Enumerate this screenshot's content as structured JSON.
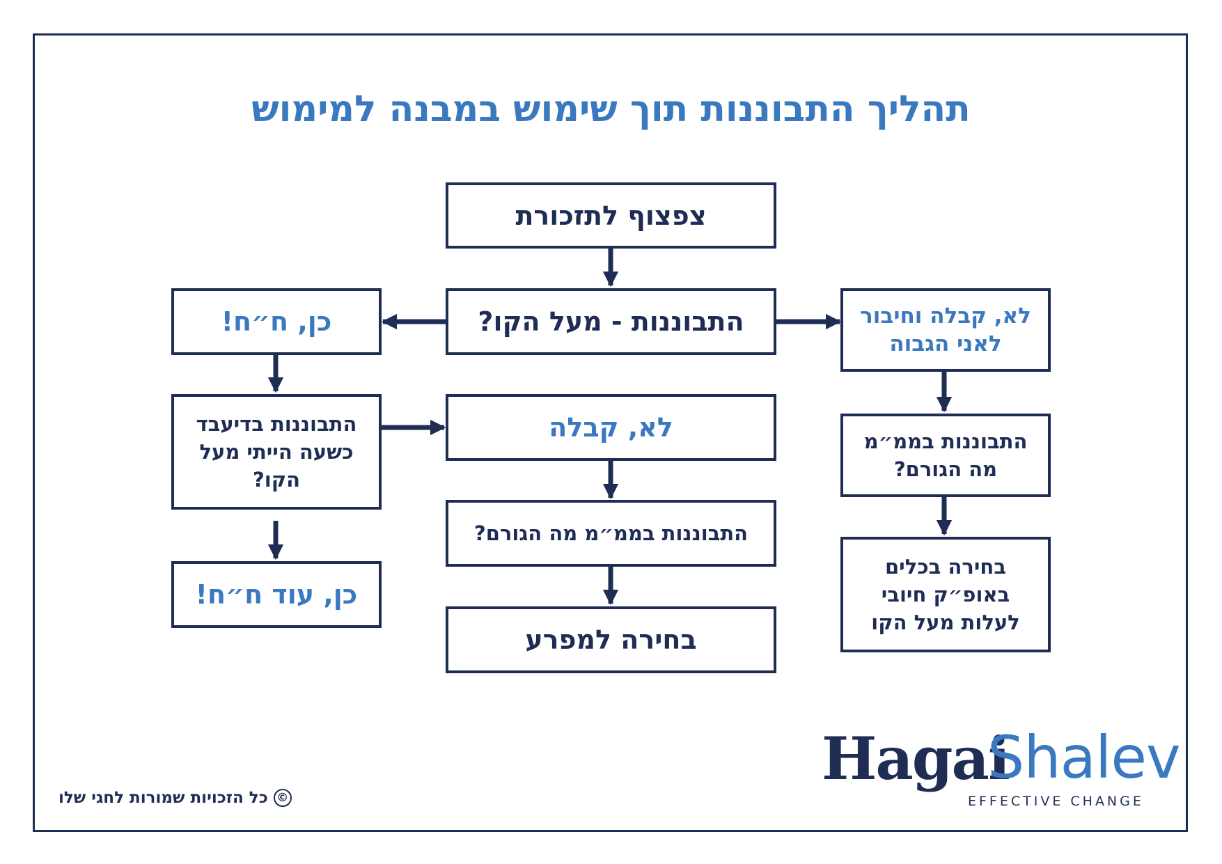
{
  "title": "תהליך התבוננות תוך שימוש במבנה למימוש",
  "boxes": {
    "reminder": "צפצוף לתזכורת",
    "above_line_question": "התבוננות - מעל הקו?",
    "yes_ok": "כן, ח״ח!",
    "no_accept_connect": "לא, קבלה וחיבור\nלאני הגבוה",
    "hindsight": "התבוננות בדיעבד\nכשעה הייתי מעל\nהקו?",
    "no_accept": "לא, קבלה",
    "cause_right": "התבוננות בממ״מ\nמה הגורם?",
    "yes_more_ok": "כן, עוד ח״ח!",
    "cause_center": "התבוננות בממ״מ מה הגורם?",
    "tools_choice": "בחירה בכלים\nבאופ״ק חיובי\nלעלות מעל הקו",
    "choose_retro": "בחירה למפרע"
  },
  "logo": {
    "name_first": "Hagai",
    "name_last": "Shalev",
    "tagline": "EFFECTIVE CHANGE"
  },
  "copyright": {
    "symbol": "©",
    "text": "כל הזכויות שמורות לחגי שלו"
  },
  "colors": {
    "navy": "#1f2d55",
    "blue": "#3a78bf"
  }
}
